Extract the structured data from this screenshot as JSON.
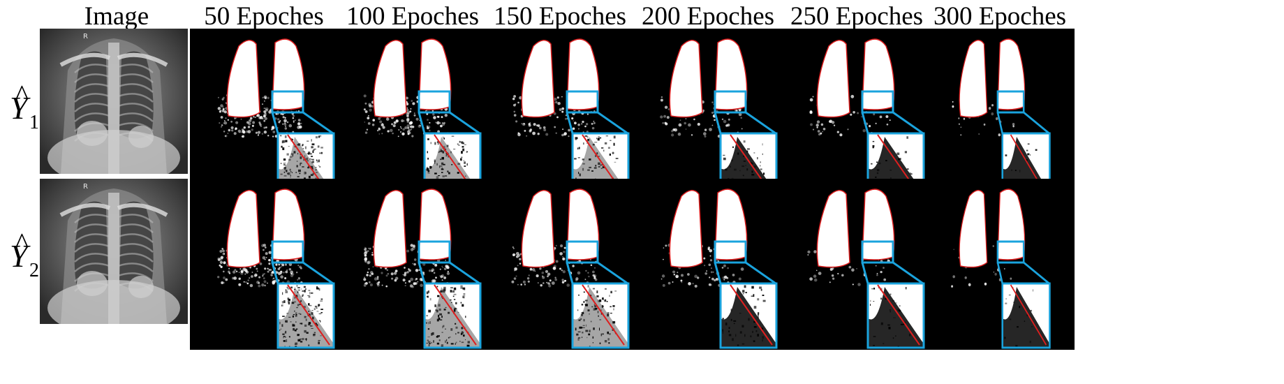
{
  "column_headers": [
    "Image",
    "50 Epoches",
    "100 Epoches",
    "150 Epoches",
    "200 Epoches",
    "250 Epoches",
    "300 Epoches"
  ],
  "row_labels": [
    {
      "symbol": "Y",
      "hat": "^",
      "subscript": "1"
    },
    {
      "symbol": "Y",
      "hat": "^",
      "subscript": "2"
    }
  ],
  "xray_marker": "R",
  "colors": {
    "background": "#ffffff",
    "mask_background": "#000000",
    "mask_fill": "#ffffff",
    "ground_truth_outline": "#dd1f1f",
    "zoom_box": "#1aa3dd"
  },
  "panel_noise_levels": {
    "row1": [
      0.9,
      0.7,
      0.5,
      0.3,
      0.2,
      0.1
    ],
    "row2": [
      0.85,
      0.7,
      0.55,
      0.3,
      0.2,
      0.1
    ]
  }
}
